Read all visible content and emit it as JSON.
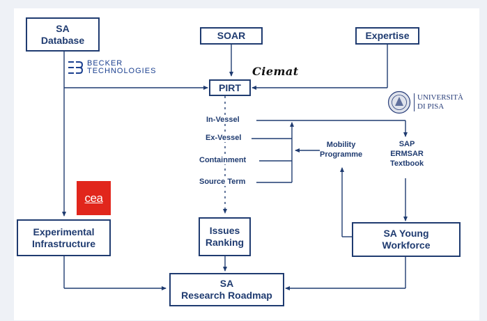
{
  "boxes": {
    "sa_database": [
      "SA",
      "Database"
    ],
    "soar": "SOAR",
    "expertise": "Expertise",
    "pirt": "PIRT",
    "experimental_infrastructure": [
      "Experimental",
      "Infrastructure"
    ],
    "issues_ranking": [
      "Issues",
      "Ranking"
    ],
    "sa_young_workforce": [
      "SA Young",
      "Workforce"
    ],
    "sa_research_roadmap": [
      "SA",
      "Research Roadmap"
    ]
  },
  "phenomena": [
    "In-Vessel",
    "Ex-Vessel",
    "Containment",
    "Source Term"
  ],
  "mobility_programme": [
    "Mobility",
    "Programme"
  ],
  "sap_ermsar_textbook": [
    "SAP",
    "ERMSAR",
    "Textbook"
  ],
  "logos": {
    "becker": [
      "BECKER",
      "TECHNOLOGIES"
    ],
    "ciemat": "Ciemat",
    "unipisa": [
      "UNIVERSITÀ",
      "DI PISA"
    ],
    "cea": "cea"
  },
  "colors": {
    "navy": "#1f3b70",
    "cea_red": "#e1261c",
    "panel_bg": "#ffffff",
    "page_bg": "#eef1f6"
  }
}
